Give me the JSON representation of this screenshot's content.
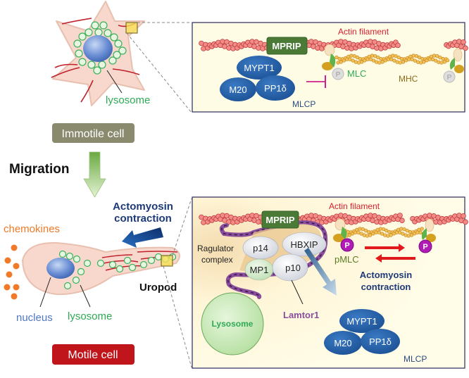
{
  "top_cell": {
    "state_label": "Immotile cell",
    "lysosome_label": "lysosome"
  },
  "migration": {
    "label": "Migration"
  },
  "bottom_cell": {
    "state_label": "Motile cell",
    "chemokines_label": "chemokines",
    "nucleus_label": "nucleus",
    "lysosome_label": "lysosome",
    "uropod_label": "Uropod",
    "contraction_label_line1": "Actomyosin",
    "contraction_label_line2": "contraction"
  },
  "top_panel": {
    "actin_label": "Actin filament",
    "mprip_label": "MPRIP",
    "mypt1_label": "MYPT1",
    "m20_label": "M20",
    "pp1d_label": "PP1δ",
    "mlcp_label": "MLCP",
    "mlc_label": "MLC",
    "mhc_label": "MHC",
    "phospho_label": "P"
  },
  "bottom_panel": {
    "actin_label": "Actin filament",
    "mprip_label": "MPRIP",
    "ragulator_line1": "Ragulator",
    "ragulator_line2": "complex",
    "p14_label": "p14",
    "hbxip_label": "HBXIP",
    "mp1_label": "MP1",
    "p10_label": "p10",
    "lamtor1_label": "Lamtor1",
    "lysosome_label": "Lysosome",
    "pmlc_label": "pMLC",
    "phospho_label": "P",
    "contraction_line1": "Actomyosin",
    "contraction_line2": "contraction",
    "mypt1_label": "MYPT1",
    "m20_label": "M20",
    "pp1d_label": "PP1δ",
    "mlcp_label": "MLCP"
  },
  "colors": {
    "actin_red": "#e03030",
    "lysosome_green": "#2eaa55",
    "mlcp_blue": "#2c68ad",
    "mprip_green": "#4a7a35",
    "lamtor_purple": "#8a4d9c",
    "phospho_magenta": "#b01ab5",
    "immotile_badge": "#8a8a6e",
    "motile_badge": "#c0151b",
    "chemokine_orange": "#f07a28",
    "nucleus_blue": "#4f77c4",
    "panel_bg": "#fffce6"
  }
}
